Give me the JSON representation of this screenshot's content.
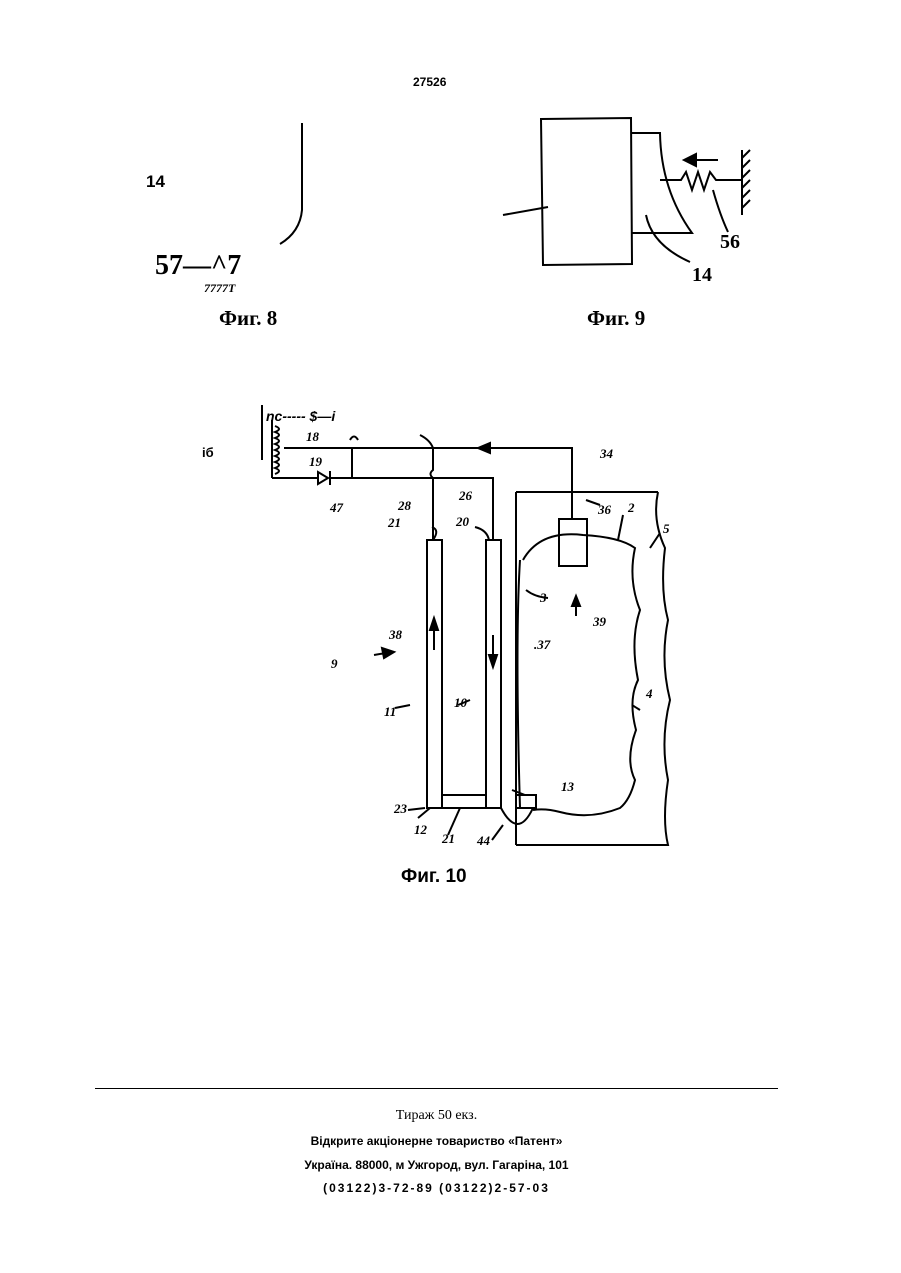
{
  "page_number": "27526",
  "fig8": {
    "caption": "Фиг. 8",
    "label_14": "14",
    "label_57": "57—^7",
    "label_ground": "7777T"
  },
  "fig9": {
    "caption": "Фиг. 9",
    "label_56": "56",
    "label_14": "14"
  },
  "fig10": {
    "caption": "Фиг. 10",
    "header_text": "nc----- $—i",
    "side_label": "іб",
    "labels": {
      "l18": "18",
      "l19": "19",
      "l47": "47",
      "l34": "34",
      "l28": "28",
      "l26": "26",
      "l21a": "21",
      "l20": "20",
      "l36": "36",
      "l2": "2",
      "l5": "5",
      "l3": "3",
      "l39": "39",
      "l38": "38",
      "l37": ".37",
      "l9": "9",
      "l4": "4",
      "l10": "10",
      "l11": "11",
      "l13": "13",
      "l23": "23",
      "l12": "12",
      "l21b": "21",
      "l44": "44"
    }
  },
  "footer": {
    "line1": "Тираж 50 екз.",
    "line2": "Відкрите акціонерне товариство «Патент»",
    "line3": "Україна. 88000, м Ужгород, вул. Гагаріна, 101",
    "line4": "(03122)3-72-89 (03122)2-57-03"
  }
}
